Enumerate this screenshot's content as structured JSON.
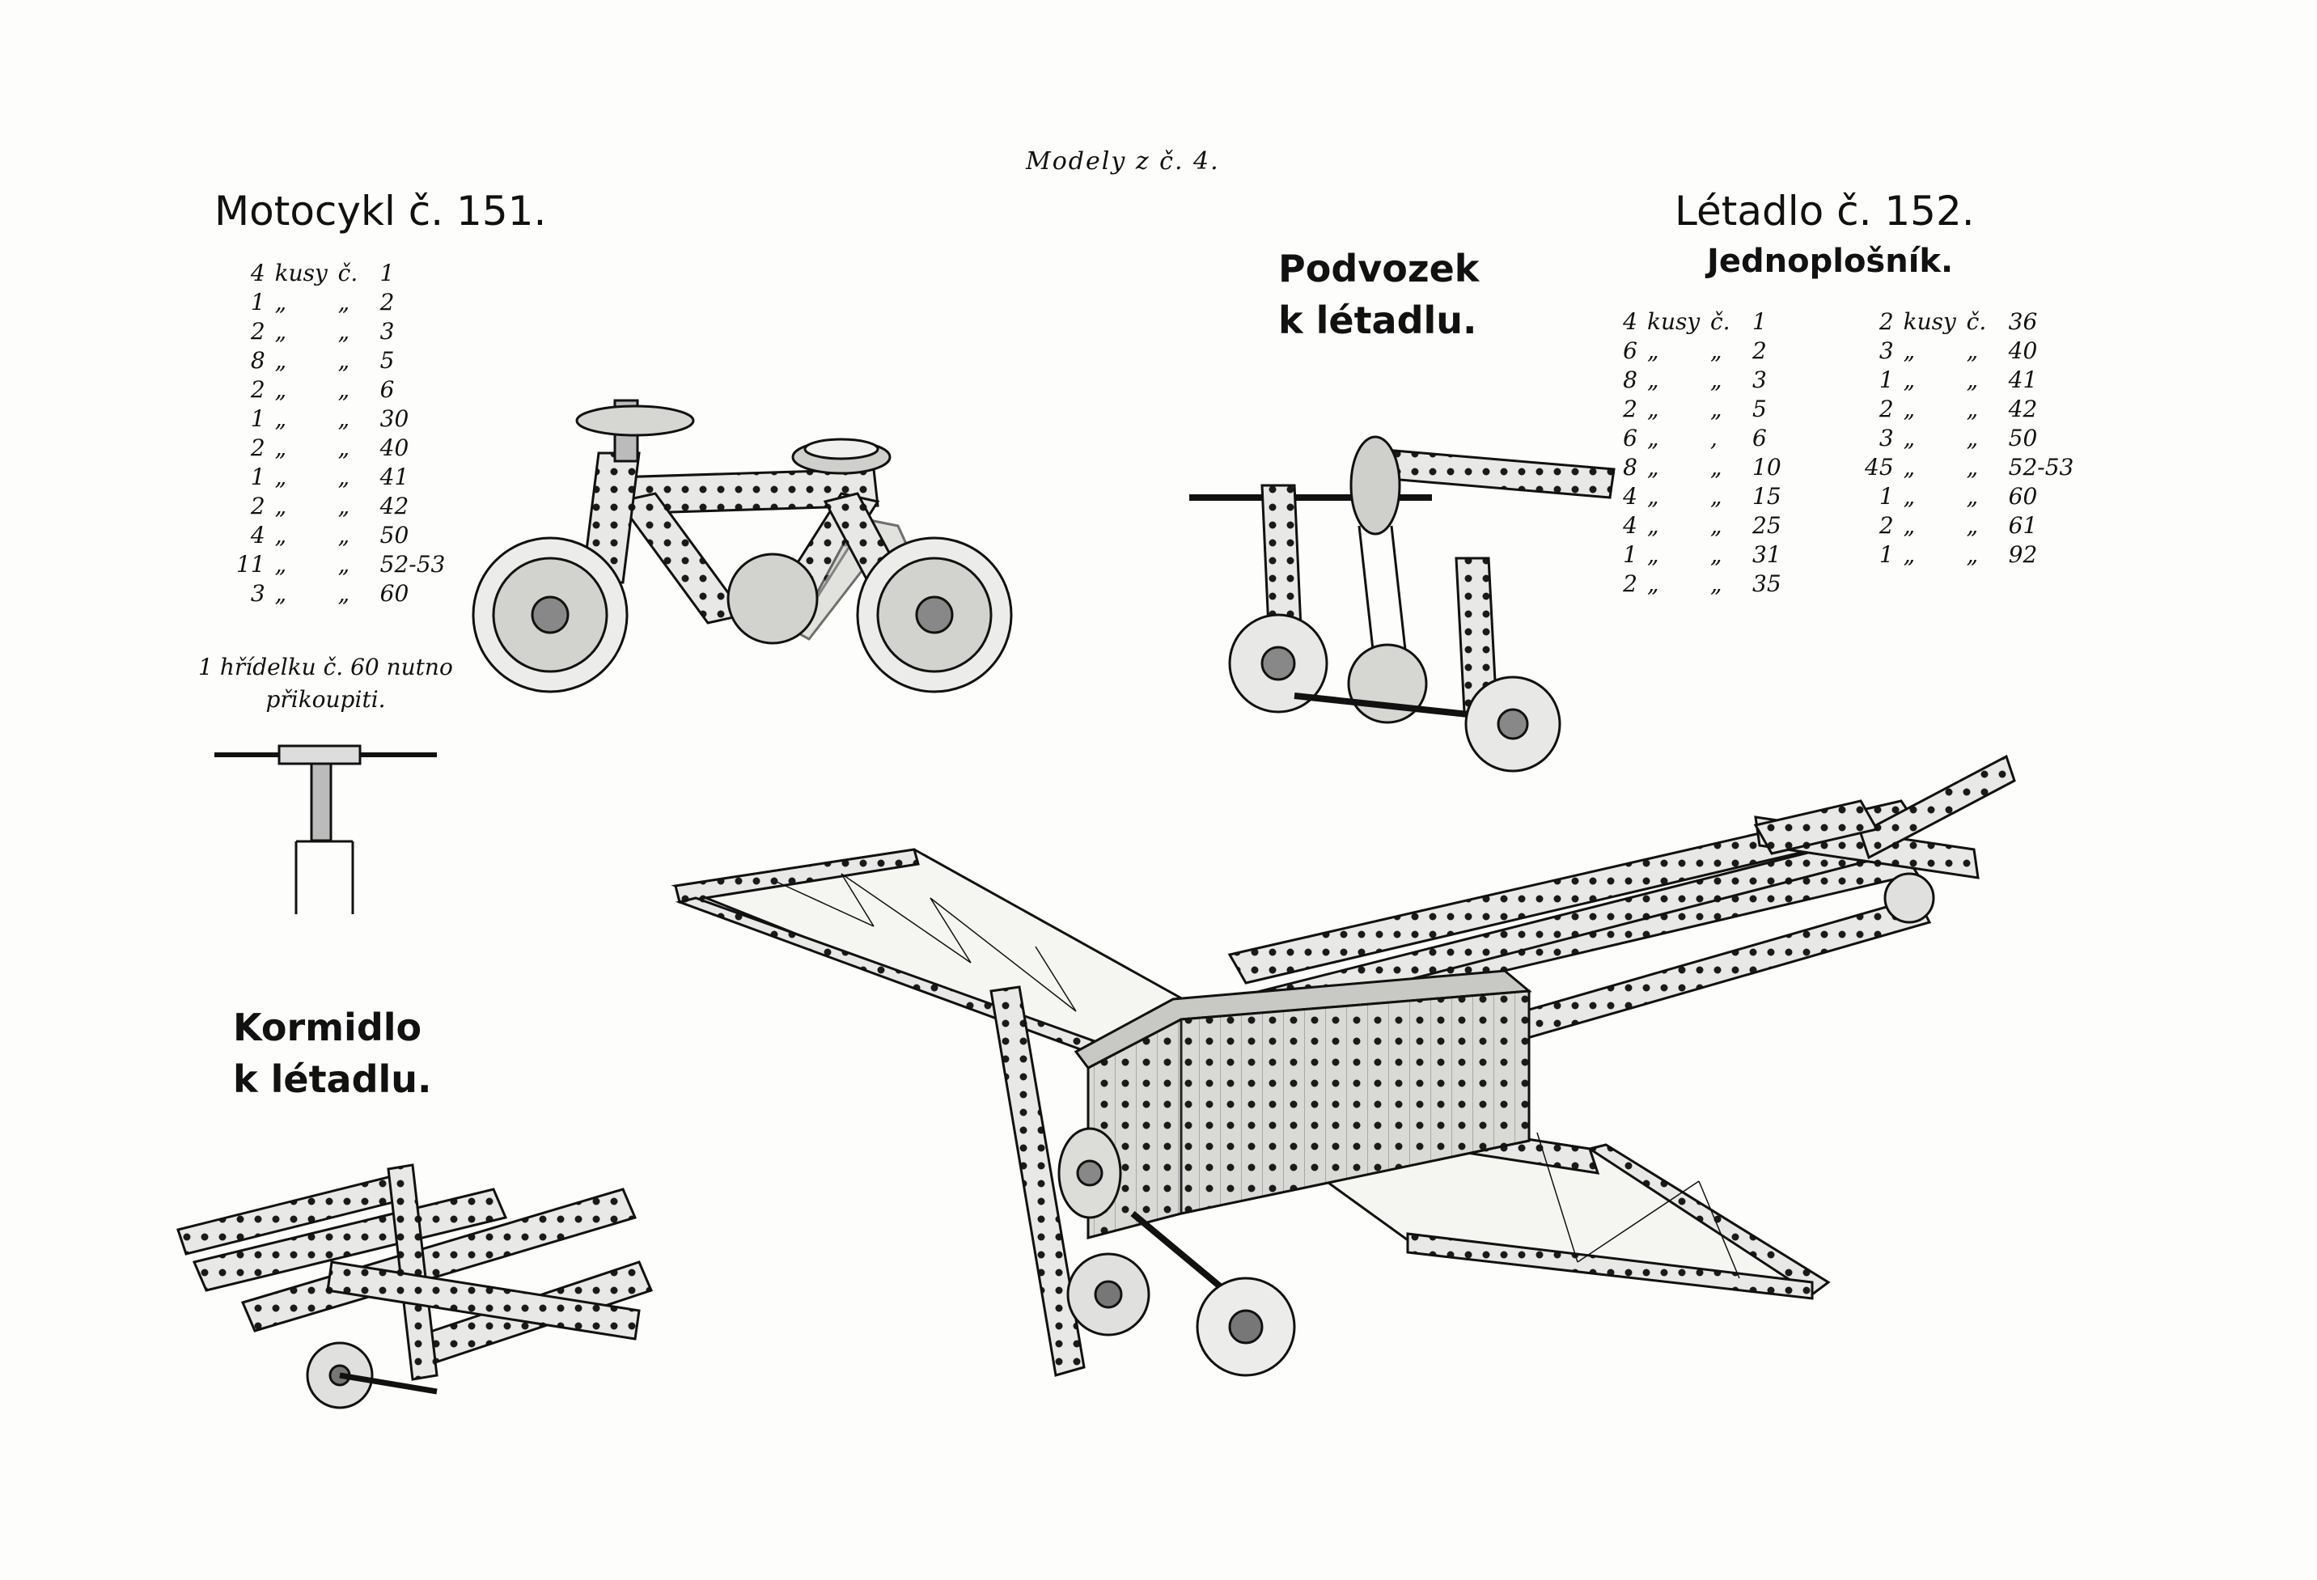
{
  "header": "Modely z č. 4.",
  "motocykl": {
    "title": "Motocykl č. 151.",
    "parts": [
      {
        "qty": "4",
        "unit": "kusy",
        "c": "č.",
        "num": "1"
      },
      {
        "qty": "1",
        "unit": "„",
        "c": "„",
        "num": "2"
      },
      {
        "qty": "2",
        "unit": "„",
        "c": "„",
        "num": "3"
      },
      {
        "qty": "8",
        "unit": "„",
        "c": "„",
        "num": "5"
      },
      {
        "qty": "2",
        "unit": "„",
        "c": "„",
        "num": "6"
      },
      {
        "qty": "1",
        "unit": "„",
        "c": "„",
        "num": "30"
      },
      {
        "qty": "2",
        "unit": "„",
        "c": "„",
        "num": "40"
      },
      {
        "qty": "1",
        "unit": "„",
        "c": "„",
        "num": "41"
      },
      {
        "qty": "2",
        "unit": "„",
        "c": "„",
        "num": "42"
      },
      {
        "qty": "4",
        "unit": "„",
        "c": "„",
        "num": "50"
      },
      {
        "qty": "11",
        "unit": "„",
        "c": "„",
        "num": "52-53"
      },
      {
        "qty": "3",
        "unit": "„",
        "c": "„",
        "num": "60"
      }
    ],
    "note_line1": "1 hřídelku č. 60 nutno",
    "note_line2": "přikoupiti."
  },
  "podvozek": {
    "line1": "Podvozek",
    "line2": "k létadlu."
  },
  "letadlo": {
    "title": "Létadlo č. 152.",
    "subtitle": "Jednoplošník.",
    "parts_left": [
      {
        "qty": "4",
        "unit": "kusy",
        "c": "č.",
        "num": "1"
      },
      {
        "qty": "6",
        "unit": "„",
        "c": "„",
        "num": "2"
      },
      {
        "qty": "8",
        "unit": "„",
        "c": "„",
        "num": "3"
      },
      {
        "qty": "2",
        "unit": "„",
        "c": "„",
        "num": "5"
      },
      {
        "qty": "6",
        "unit": "„",
        "c": ",",
        "num": "6"
      },
      {
        "qty": "8",
        "unit": "„",
        "c": "„",
        "num": "10"
      },
      {
        "qty": "4",
        "unit": "„",
        "c": "„",
        "num": "15"
      },
      {
        "qty": "4",
        "unit": "„",
        "c": "„",
        "num": "25"
      },
      {
        "qty": "1",
        "unit": "„",
        "c": "„",
        "num": "31"
      },
      {
        "qty": "2",
        "unit": "„",
        "c": "„",
        "num": "35"
      }
    ],
    "parts_right": [
      {
        "qty": "2",
        "unit": "kusy",
        "c": "č.",
        "num": "36"
      },
      {
        "qty": "3",
        "unit": "„",
        "c": "„",
        "num": "40"
      },
      {
        "qty": "1",
        "unit": "„",
        "c": "„",
        "num": "41"
      },
      {
        "qty": "2",
        "unit": "„",
        "c": "„",
        "num": "42"
      },
      {
        "qty": "3",
        "unit": "„",
        "c": "„",
        "num": "50"
      },
      {
        "qty": "45",
        "unit": "„",
        "c": "„",
        "num": "52-53"
      },
      {
        "qty": "1",
        "unit": "„",
        "c": "„",
        "num": "60"
      },
      {
        "qty": "2",
        "unit": "„",
        "c": "„",
        "num": "61"
      },
      {
        "qty": "1",
        "unit": "„",
        "c": "„",
        "num": "92"
      }
    ]
  },
  "kormidlo": {
    "line1": "Kormidlo",
    "line2": "k létadlu."
  }
}
